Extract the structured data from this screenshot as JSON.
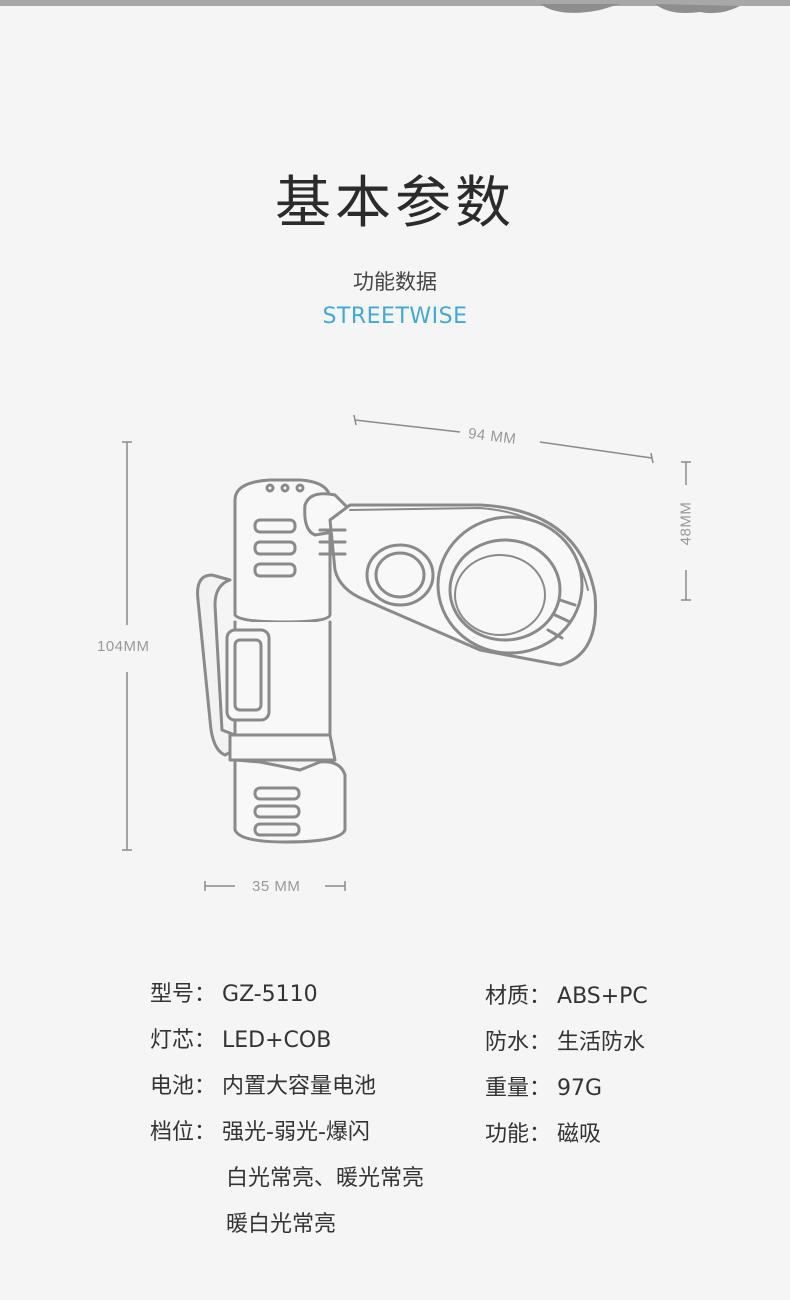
{
  "header": {
    "title": "基本参数",
    "subtitle": "功能数据",
    "brand": "STREETWISE"
  },
  "dimensions": {
    "width": "94 MM",
    "depth": "48MM",
    "height": "104MM",
    "thickness": "35 MM"
  },
  "specs": {
    "left": [
      {
        "key": "型号：",
        "value": "GZ-5110"
      },
      {
        "key": "灯芯：",
        "value": "LED+COB"
      },
      {
        "key": "电池：",
        "value": "内置大容量电池"
      },
      {
        "key": "档位：",
        "value": "强光-弱光-爆闪"
      }
    ],
    "left_continued": [
      "白光常亮、暖光常亮",
      "暖白光常亮"
    ],
    "right": [
      {
        "key": "材质：",
        "value": "ABS+PC"
      },
      {
        "key": "防水：",
        "value": "生活防水"
      },
      {
        "key": "重量：",
        "value": "97G"
      },
      {
        "key": "功能：",
        "value": "磁吸"
      }
    ]
  },
  "colors": {
    "background": "#f5f5f5",
    "accent": "#3fa9d9",
    "text": "#333333",
    "line_art": "#8a8a8a"
  }
}
